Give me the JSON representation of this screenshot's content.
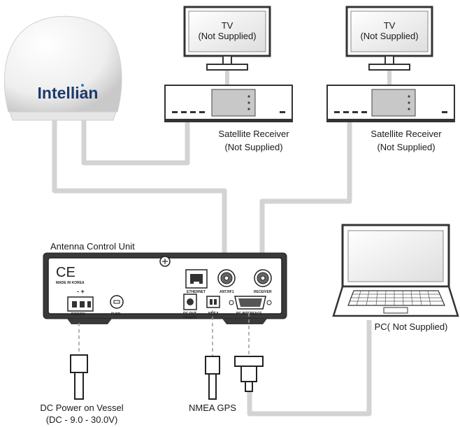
{
  "antenna": {
    "brand": "Intellian"
  },
  "tv_left": {
    "line1": "TV",
    "line2": "(Not Supplied)"
  },
  "tv_right": {
    "line1": "TV",
    "line2": "(Not Supplied)"
  },
  "receiver_left": {
    "line1": "Satellite Receiver",
    "line2": "(Not Supplied)"
  },
  "receiver_right": {
    "line1": "Satellite Receiver",
    "line2": "(Not Supplied)"
  },
  "acu": {
    "title": "Antenna Control Unit",
    "made_in": "MADE IN KOREA",
    "ce_mark": "CE",
    "ports": {
      "dc_in": "DC9|30V",
      "fuse": "FUSE",
      "ethernet": "ETHERNET",
      "antrf1": "ANT.RF1",
      "receiver": "RECEIVER",
      "dc_out_line1": "DC OUT",
      "dc_out_line2": "12V■2A",
      "nmea": "NMEA",
      "pc_interface": "PC INTERFACE",
      "polarity": "-  +"
    }
  },
  "pc": {
    "label": "PC( Not Supplied)"
  },
  "dc_power": {
    "line1": "DC Power on Vessel",
    "line2": "(DC - 9.0 - 30.0V)"
  },
  "nmea_gps": {
    "label": "NMEA GPS"
  },
  "colors": {
    "cable": "#d3d3d3",
    "outline": "#333333",
    "panel": "#3a3a3a",
    "dome": "#f2f2f2",
    "brand_dot": "#2e7fc2"
  }
}
